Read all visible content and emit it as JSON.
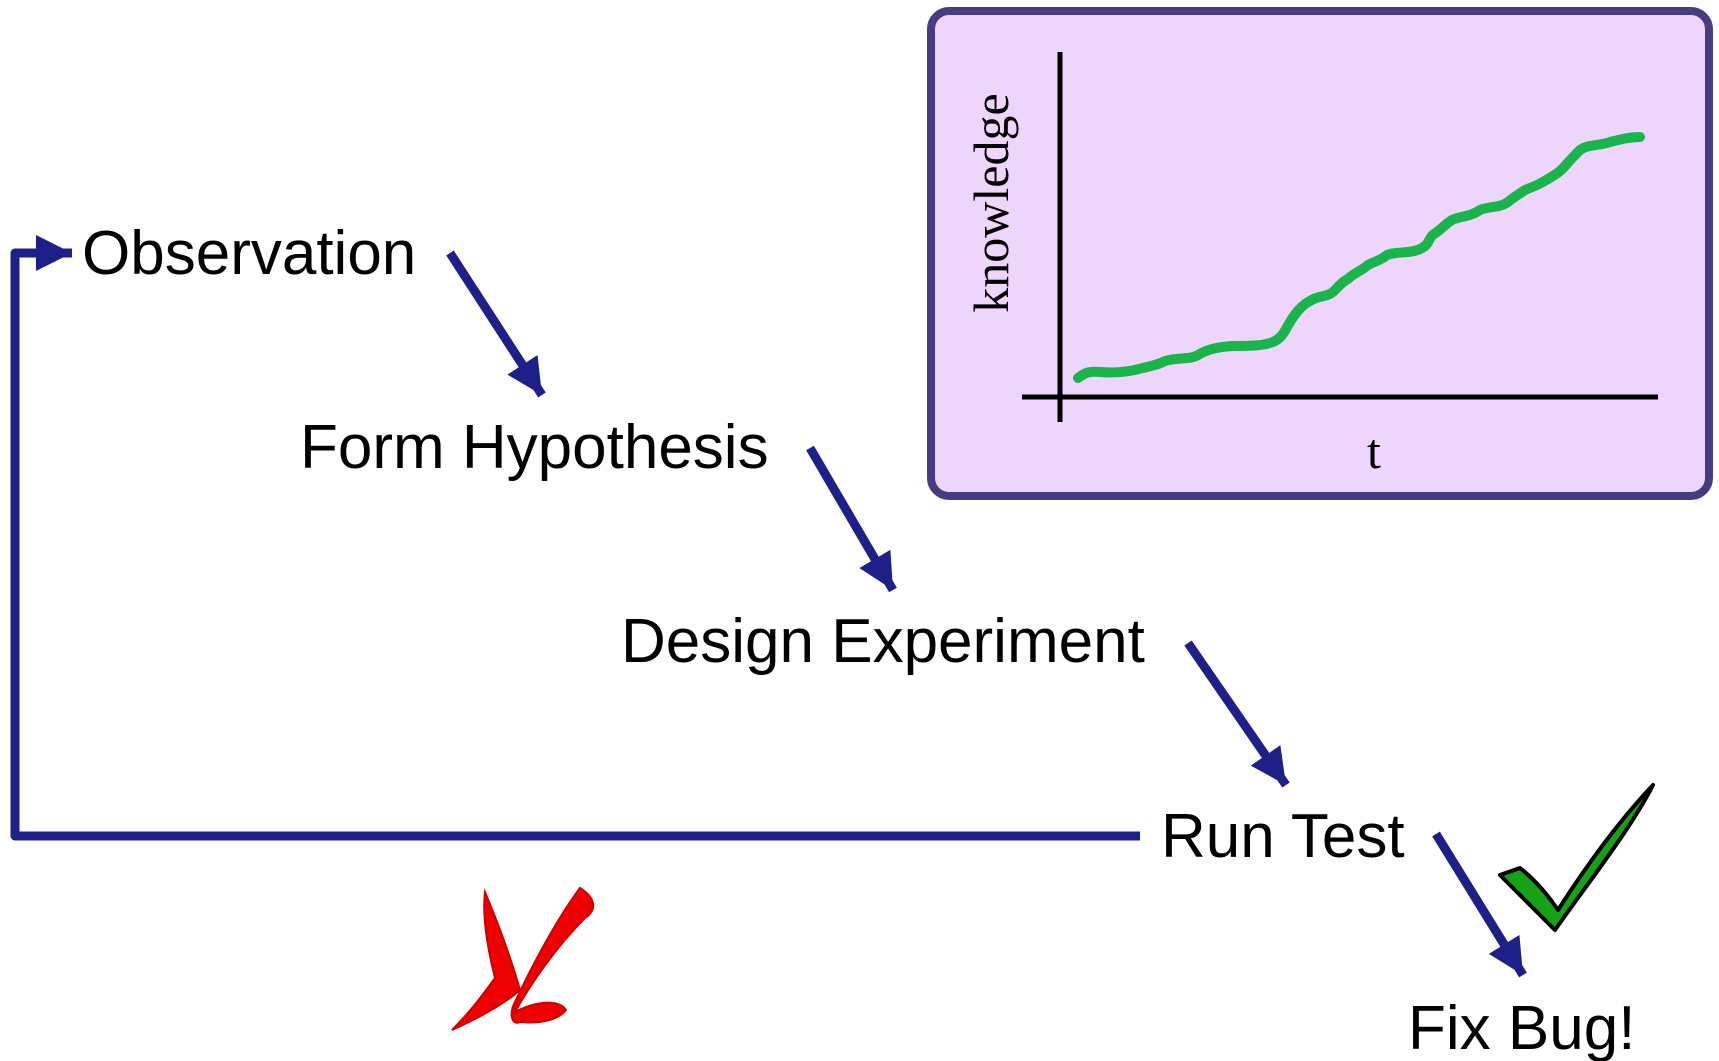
{
  "steps": {
    "observation": "Observation",
    "form_hypothesis": "Form Hypothesis",
    "design_experiment": "Design Experiment",
    "run_test": "Run Test",
    "fix_bug": "Fix Bug!"
  },
  "inset_chart": {
    "ylabel": "knowledge",
    "xlabel": "t"
  },
  "colors": {
    "arrow": "#1f1f8a",
    "inset_fill": "#eed5fb",
    "inset_border": "#463c82",
    "curve": "#1ab54a",
    "cross": "#ee0000",
    "check": "#15a315"
  },
  "icons": {
    "failure": "red-cross-icon",
    "success": "green-check-icon"
  }
}
